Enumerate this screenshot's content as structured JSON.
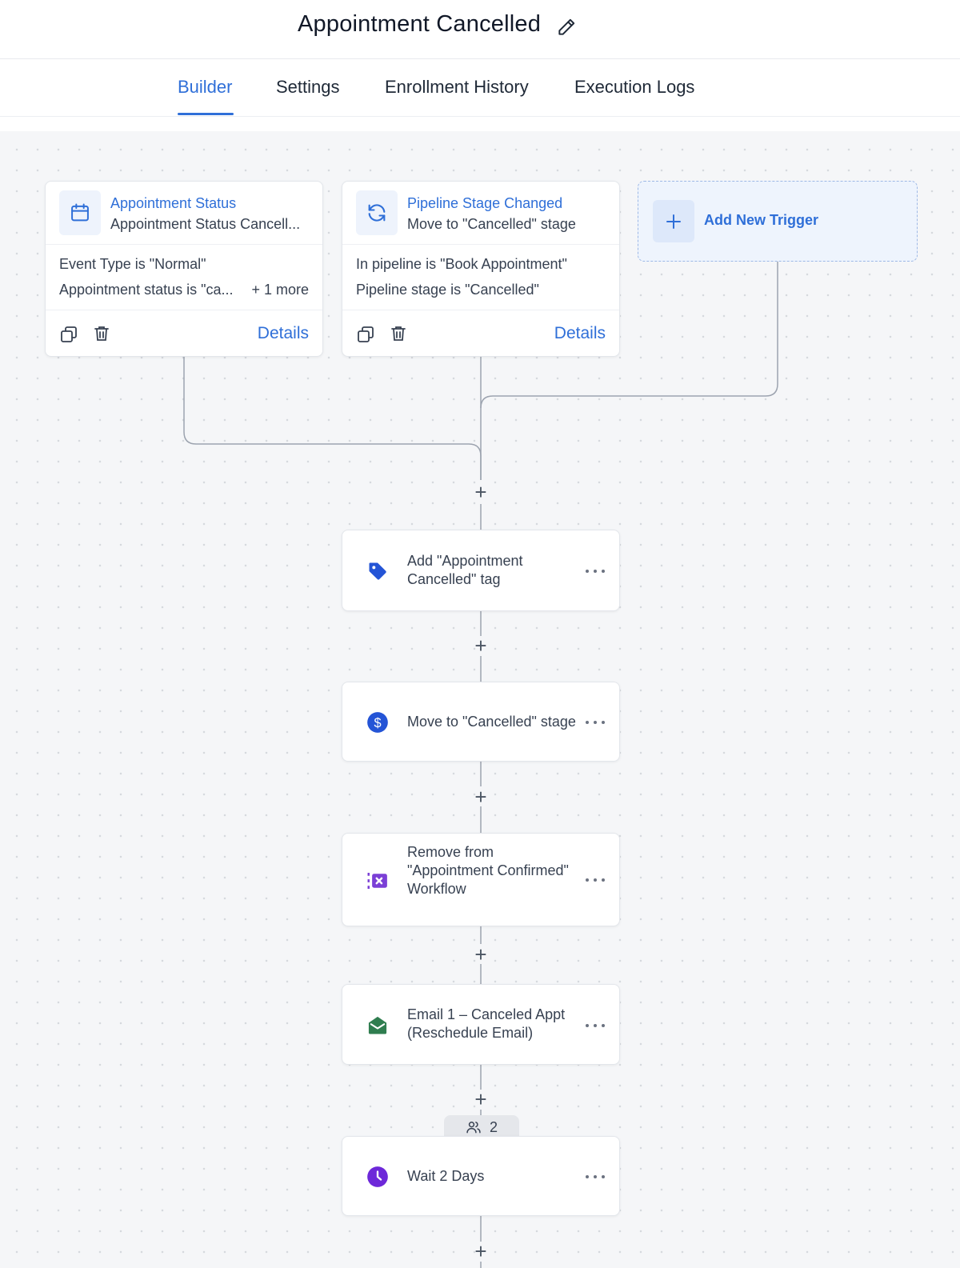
{
  "header": {
    "title": "Appointment Cancelled"
  },
  "tabs": [
    {
      "label": "Builder",
      "active": true
    },
    {
      "label": "Settings",
      "active": false
    },
    {
      "label": "Enrollment History",
      "active": false
    },
    {
      "label": "Execution Logs",
      "active": false
    }
  ],
  "triggers": [
    {
      "title": "Appointment Status",
      "subtitle": "Appointment Status Cancell...",
      "icon": "calendar-icon",
      "conditions": [
        "Event Type is \"Normal\"",
        "Appointment status is \"ca..."
      ],
      "more": "+ 1 more",
      "details_label": "Details"
    },
    {
      "title": "Pipeline Stage Changed",
      "subtitle": "Move to \"Cancelled\" stage",
      "icon": "refresh-icon",
      "conditions": [
        "In pipeline is \"Book Appointment\"",
        "Pipeline stage is \"Cancelled\""
      ],
      "more": "",
      "details_label": "Details"
    }
  ],
  "add_trigger": {
    "label": "Add New Trigger"
  },
  "actions": [
    {
      "label_lines": [
        "Add \"Appointment",
        "Cancelled\" tag"
      ],
      "icon": "tag-icon",
      "icon_color": "#2454d6",
      "icon_bg": "#eef3fc"
    },
    {
      "label_lines": [
        "Move to \"Cancelled\" stage"
      ],
      "icon": "dollar-icon",
      "icon_color": "#2454d6",
      "icon_bg": "#eef3fc"
    },
    {
      "label_lines": [
        "Remove from",
        "\"Appointment Confirmed\"",
        "Workflow"
      ],
      "icon": "remove-workflow-icon",
      "icon_color": "#7b3fd6",
      "icon_bg": "#f3eefc"
    },
    {
      "label_lines": [
        "Email 1 – Canceled Appt",
        "(Reschedule Email)"
      ],
      "icon": "email-icon",
      "icon_color": "#2f7d4f",
      "icon_bg": "#e9f6ee"
    },
    {
      "label_lines": [
        "Wait 2 Days"
      ],
      "icon": "clock-icon",
      "icon_color": "#6d28d9",
      "icon_bg": "#f3eefc"
    }
  ],
  "wait_badge": {
    "count": "2",
    "icon": "users-icon"
  },
  "add_step_symbol": "+"
}
